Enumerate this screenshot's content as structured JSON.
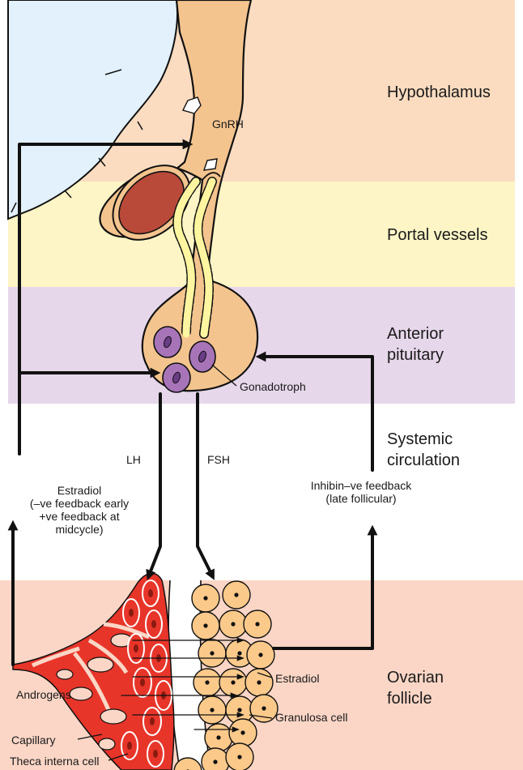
{
  "zones": {
    "hypothalamus": "Hypothalamus",
    "portal_vessels": "Portal vessels",
    "anterior_pituitary": [
      "Anterior",
      "pituitary"
    ],
    "systemic_circulation": [
      "Systemic",
      "circulation"
    ],
    "ovarian_follicle": [
      "Ovarian",
      "follicle"
    ]
  },
  "labels": {
    "gnrh": "GnRH",
    "gonadotroph": "Gonadotroph",
    "lh": "LH",
    "fsh": "FSH",
    "estradiol_feedback": [
      "Estradiol",
      "(–ve feedback early",
      "+ve feedback at",
      "midcycle)"
    ],
    "inhibin_feedback": [
      "Inhibin–ve feedback",
      "(late follicular)"
    ],
    "estradiol": "Estradiol",
    "androgens": "Androgens",
    "capillary": "Capillary",
    "granulosa_cell": "Granulosa cell",
    "theca_interna_cell": "Theca interna cell"
  },
  "colors": {
    "hypothalamus_band": "#fbdcc0",
    "portal_band": "#fdf5c6",
    "pituitary_band": "#e6d7ea",
    "ovary_band": "#fbd6c6",
    "brain_tissue": "#f4c48e",
    "ventricle": "#e2f1fb",
    "blood_vessel": "#b94a3a",
    "gonadotroph_cell": "#a874b8",
    "theca_red": "#e8352a",
    "granulosa_cell": "#fbc98a",
    "arrow": "#111111"
  }
}
